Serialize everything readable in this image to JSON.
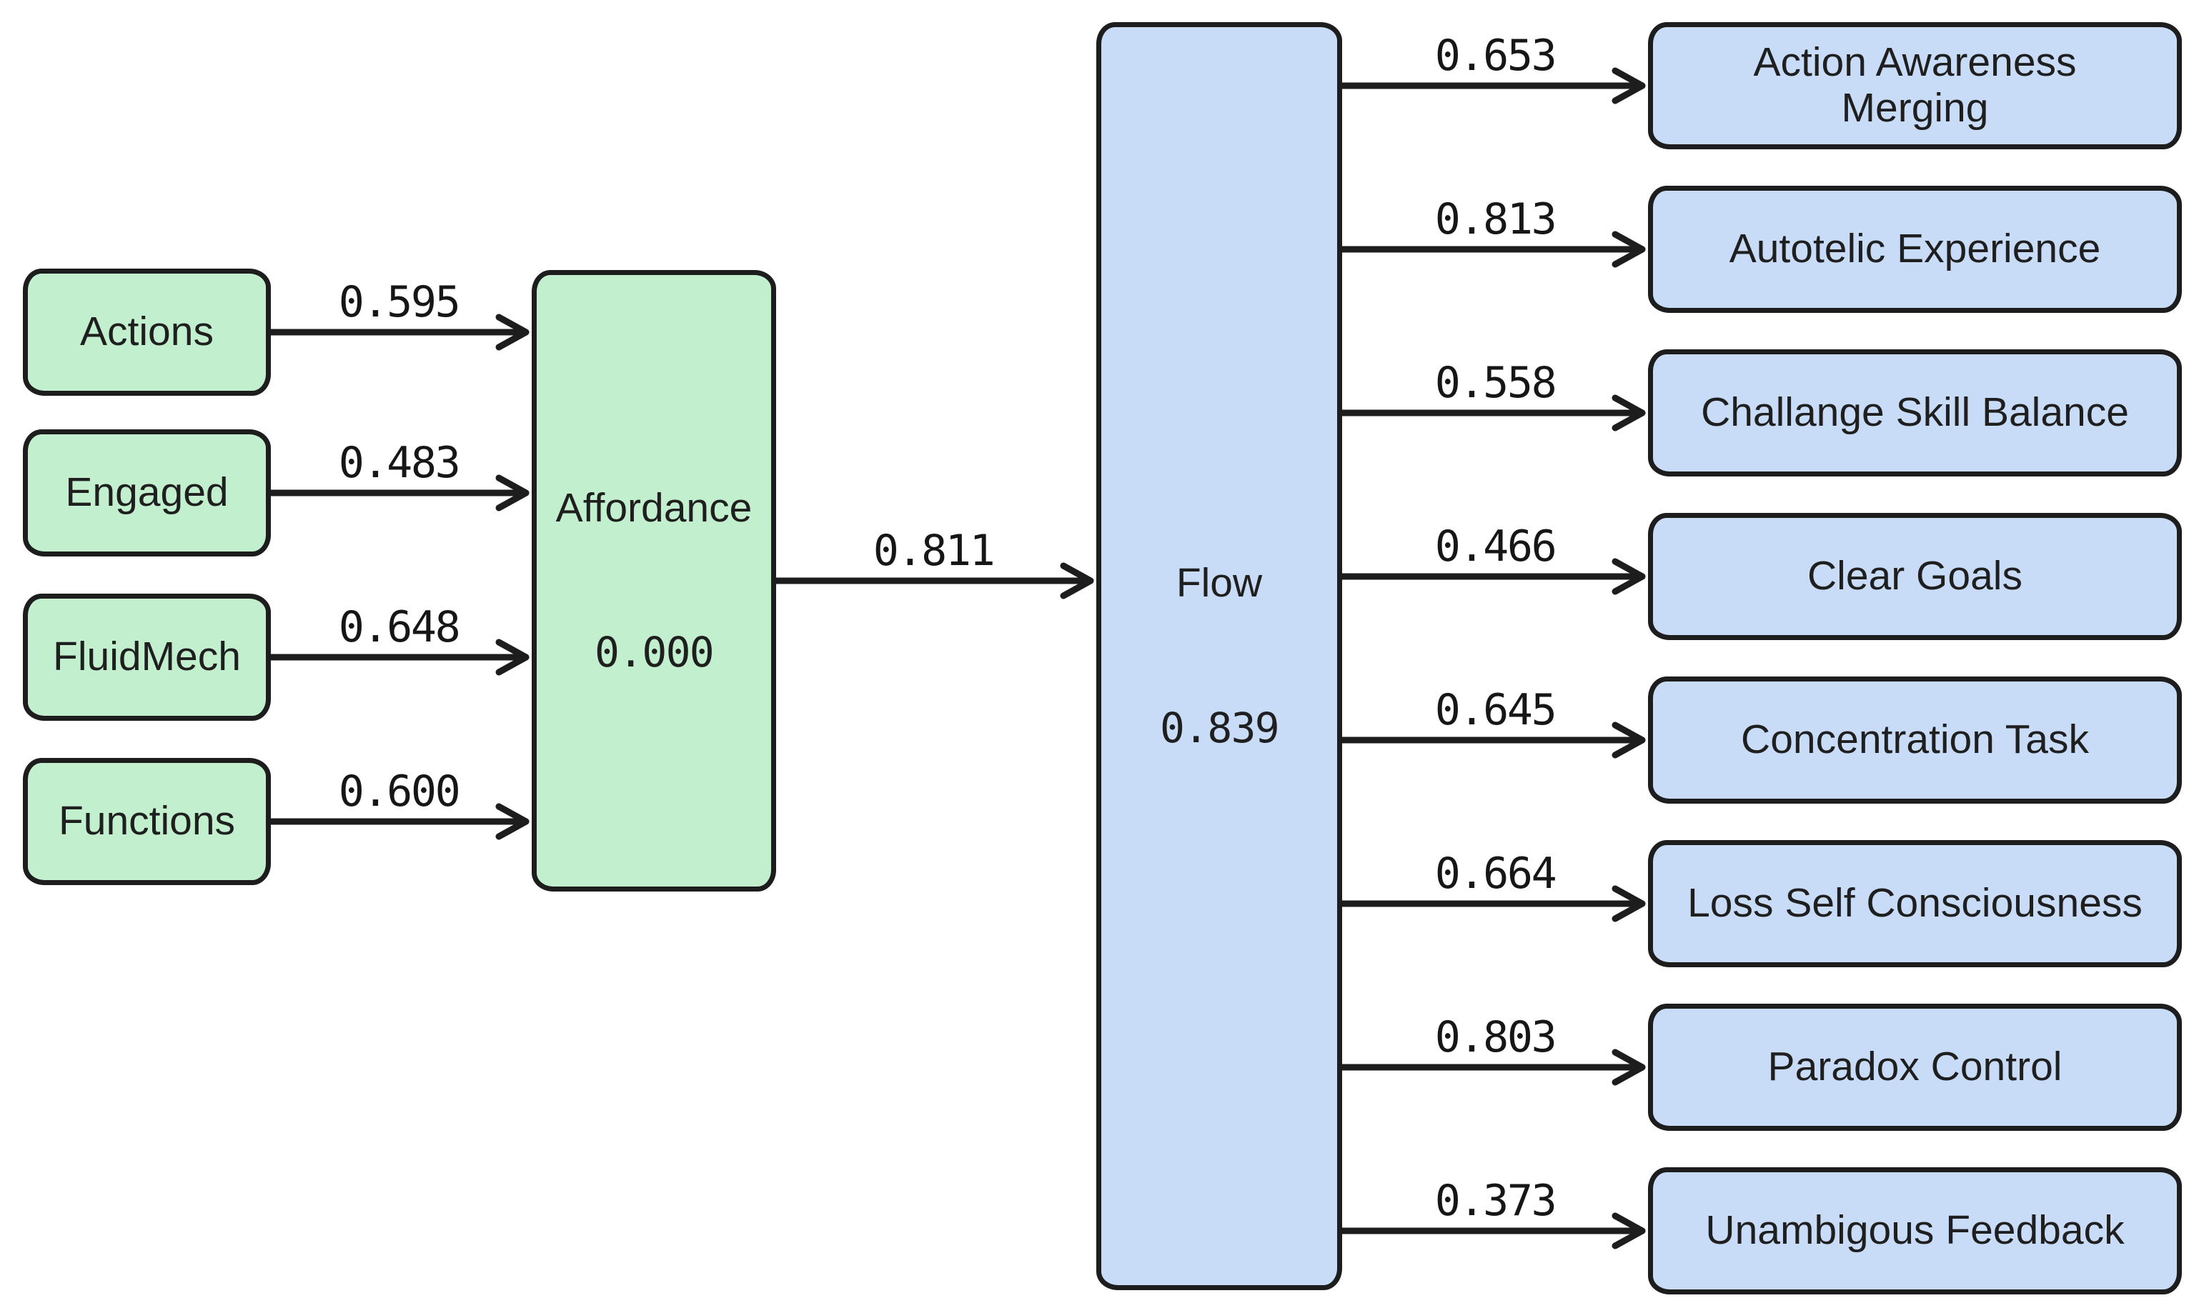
{
  "diagram": {
    "type": "sem-path-diagram",
    "colors": {
      "background": "#ffffff",
      "exogenous_fill": "#c2f0cf",
      "indicator_fill": "#c8dcf8",
      "stroke": "#1d1d1d",
      "text": "#1f1f1f"
    },
    "left_nodes": [
      {
        "label": "Actions",
        "coefficient": "0.595"
      },
      {
        "label": "Engaged",
        "coefficient": "0.483"
      },
      {
        "label": "FluidMech",
        "coefficient": "0.648"
      },
      {
        "label": "Functions",
        "coefficient": "0.600"
      }
    ],
    "affordance": {
      "label": "Affordance",
      "value": "0.000"
    },
    "affordance_to_flow_coefficient": "0.811",
    "flow": {
      "label": "Flow",
      "value": "0.839"
    },
    "right_nodes": [
      {
        "label": "Action Awareness Merging",
        "coefficient": "0.653"
      },
      {
        "label": "Autotelic Experience",
        "coefficient": "0.813"
      },
      {
        "label": "Challange Skill Balance",
        "coefficient": "0.558"
      },
      {
        "label": "Clear Goals",
        "coefficient": "0.466"
      },
      {
        "label": "Concentration Task",
        "coefficient": "0.645"
      },
      {
        "label": "Loss Self Consciousness",
        "coefficient": "0.664"
      },
      {
        "label": "Paradox Control",
        "coefficient": "0.803"
      },
      {
        "label": "Unambigous Feedback",
        "coefficient": "0.373"
      }
    ]
  }
}
